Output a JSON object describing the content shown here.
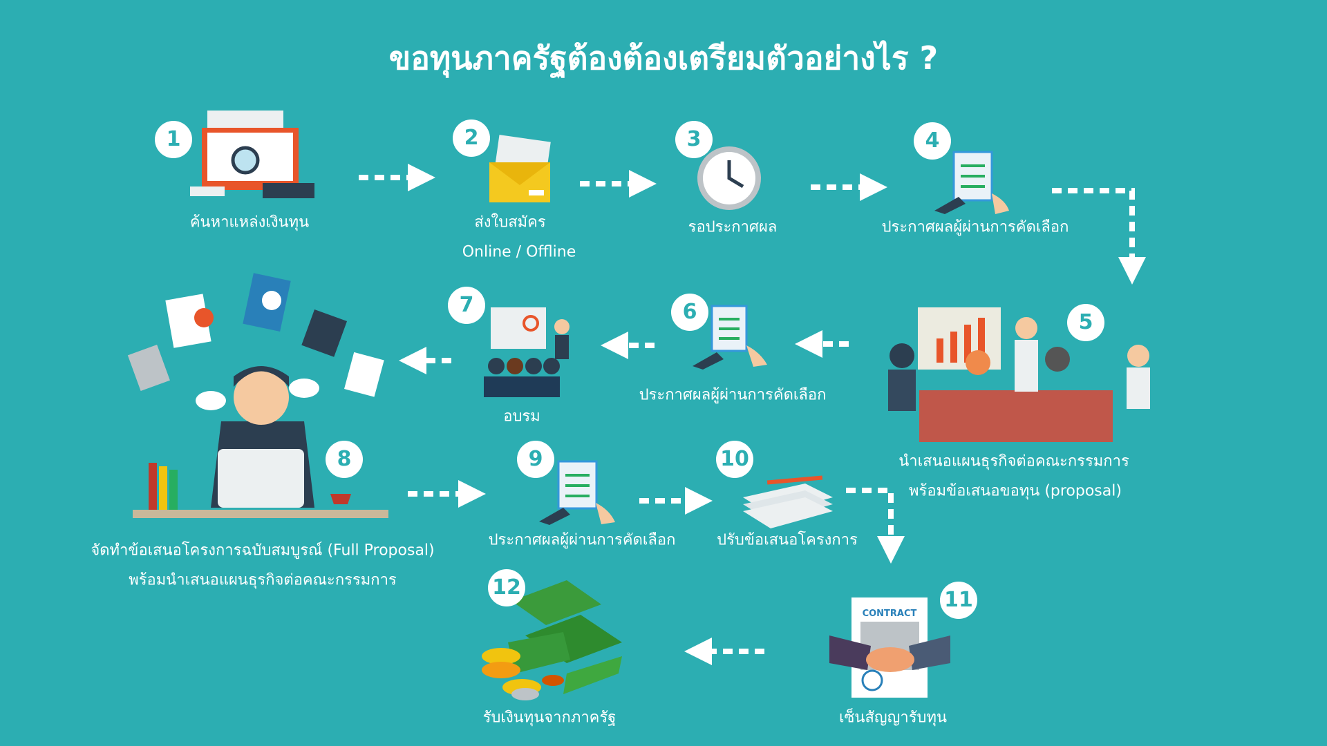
{
  "title": "ขอทุนภาครัฐต้องต้องเตรียมตัวอย่างไร ?",
  "colors": {
    "background": "#2caeb2",
    "accent": "#ffffff"
  },
  "steps": [
    {
      "number": "1",
      "label": "ค้นหาแหล่งเงินทุน",
      "icon": "computer-search-icon"
    },
    {
      "number": "2",
      "label": "ส่งใบสมัคร",
      "label2": "Online / Offline",
      "icon": "envelope-icon"
    },
    {
      "number": "3",
      "label": "รอประกาศผล",
      "icon": "clock-icon"
    },
    {
      "number": "4",
      "label": "ประกาศผลผู้ผ่านการคัดเลือก",
      "icon": "clipboard-checklist-icon"
    },
    {
      "number": "5",
      "label": "นำเสนอแผนธุรกิจต่อคณะกรรมการ",
      "label2": "พร้อมข้อเสนอขอทุน (proposal)",
      "icon": "meeting-presentation-icon"
    },
    {
      "number": "6",
      "label": "ประกาศผลผู้ผ่านการคัดเลือก",
      "icon": "clipboard-checklist-icon"
    },
    {
      "number": "7",
      "label": "อบรม",
      "icon": "training-class-icon"
    },
    {
      "number": "8",
      "label": "จัดทำข้อเสนอโครงการฉบับสมบูรณ์ (Full Proposal)",
      "label2": "พร้อมนำเสนอแผนธุรกิจต่อคณะกรรมการ",
      "icon": "person-laptop-icon"
    },
    {
      "number": "9",
      "label": "ประกาศผลผู้ผ่านการคัดเลือก",
      "icon": "clipboard-checklist-icon"
    },
    {
      "number": "10",
      "label": "ปรับข้อเสนอโครงการ",
      "icon": "paper-stack-icon"
    },
    {
      "number": "11",
      "label": "เซ็นสัญญารับทุน",
      "icon": "contract-handshake-icon",
      "icon_text": "CONTRACT"
    },
    {
      "number": "12",
      "label": "รับเงินทุนจากภาครัฐ",
      "icon": "money-coins-icon"
    }
  ]
}
